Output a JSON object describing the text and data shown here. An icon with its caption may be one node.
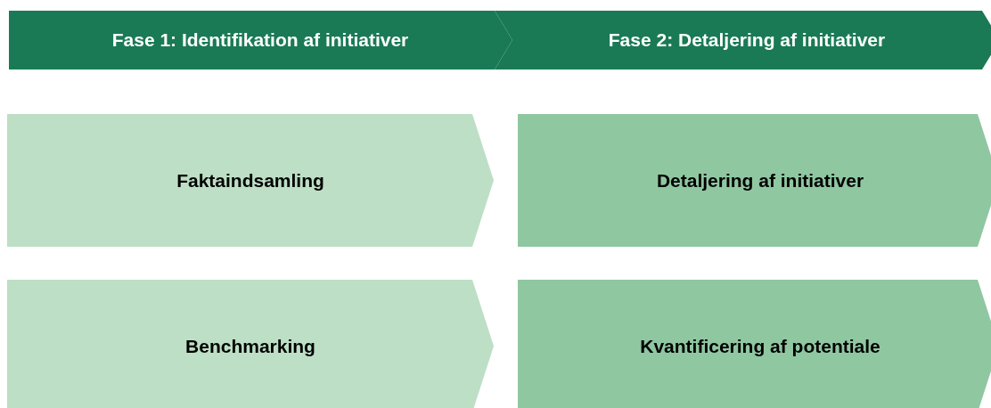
{
  "diagram": {
    "nodes": [
      {
        "text": [
          "Fase 1: Identifikation af initiativer"
        ]
      },
      {
        "text": [
          "Fase 2: Detaljering af initiativer"
        ]
      },
      {
        "text": [
          "Faktaindsamling"
        ]
      },
      {
        "text": [
          "Detaljering af initiativer"
        ]
      },
      {
        "text": [
          "Benchmarking"
        ]
      },
      {
        "text": [
          "Kvantificering af potentiale"
        ]
      }
    ],
    "edges": []
  }
}
